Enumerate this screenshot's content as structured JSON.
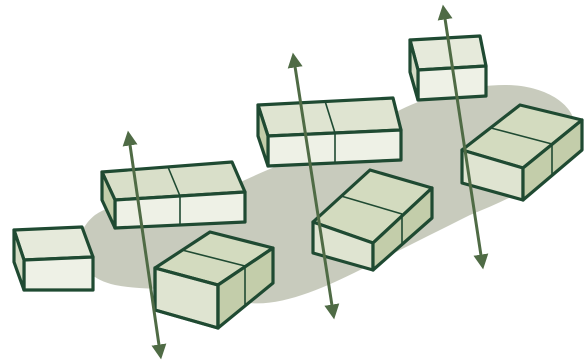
{
  "diagram": {
    "kind": "isometric-blocks-with-double-arrows",
    "colors": {
      "shadow": "#c8cbbd",
      "face_light": "#eef1e6",
      "face_mid": "#dfe4d1",
      "face_dark": "#c3cdaa",
      "face_darker": "#aebb8f",
      "outline": "#1f4a32",
      "arrow": "#4f6b45"
    },
    "groups": [
      {
        "name": "left",
        "blocks": 3,
        "arrows": 1
      },
      {
        "name": "middle",
        "blocks": 2,
        "arrows": 1
      },
      {
        "name": "right",
        "blocks": 2,
        "arrows": 1
      }
    ]
  }
}
